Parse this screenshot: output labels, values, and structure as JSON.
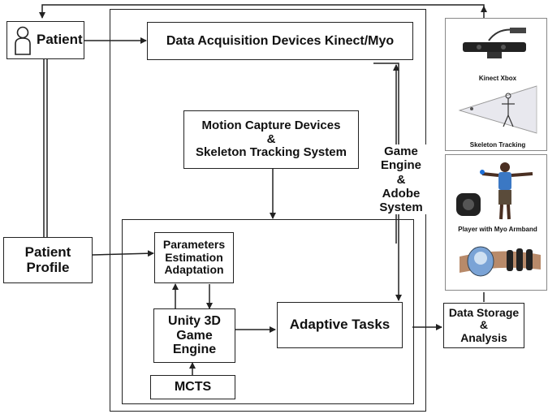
{
  "nodes": {
    "patient": "Patient",
    "data_acquisition": "Data Acquisition Devices Kinect/Myo",
    "motion_capture": "Motion Capture Devices\n&\nSkeleton Tracking System",
    "patient_profile": "Patient\nProfile",
    "parameters": "Parameters\nEstimation\nAdaptation",
    "unity": "Unity 3D\nGame\nEngine",
    "adaptive_tasks": "Adaptive Tasks",
    "mcts": "MCTS",
    "data_storage": "Data Storage\n&\nAnalysis"
  },
  "side_label": "Game\nEngine\n&\nAdobe\nSystem",
  "image_captions": {
    "kinect": "Kinect Xbox",
    "skeleton": "Skeleton Tracking",
    "player": "Player with Myo Armband"
  }
}
